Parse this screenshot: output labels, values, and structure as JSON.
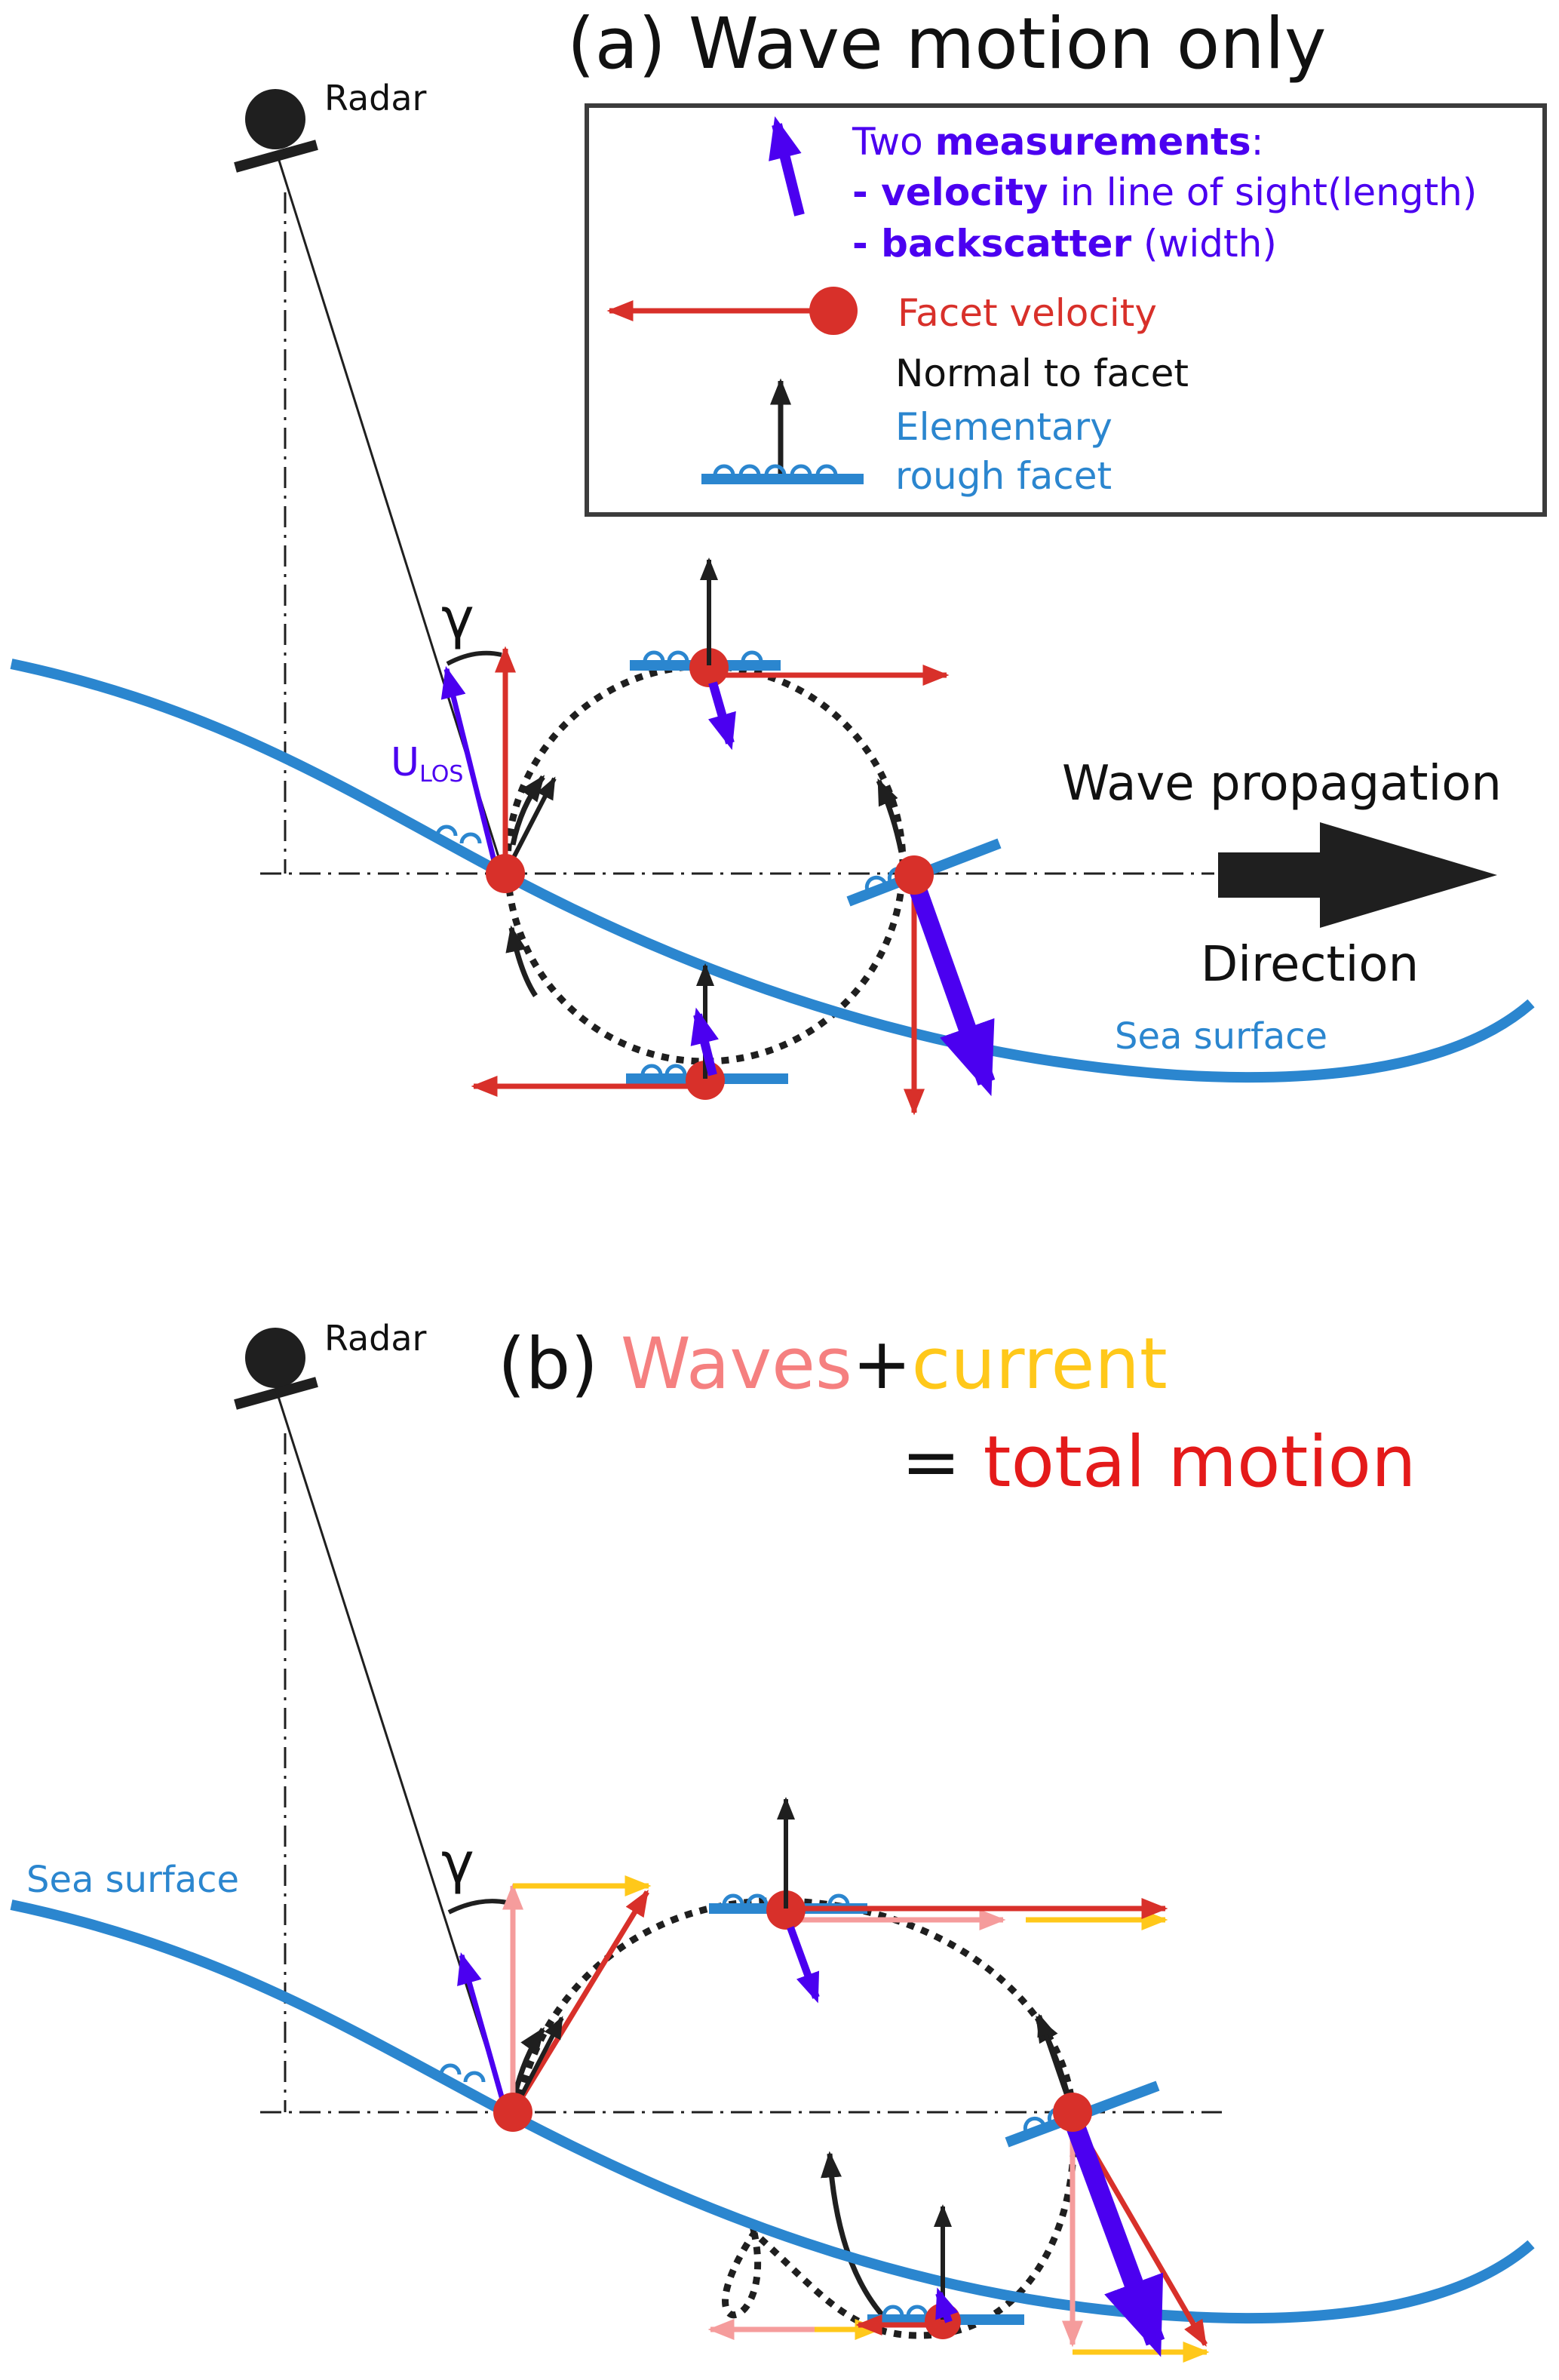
{
  "panel_a": {
    "title": "(a) Wave motion only",
    "radar_label": "Radar",
    "gamma": "γ",
    "ulos_main": "U",
    "ulos_sub": "LOS",
    "wave_propagation": "Wave propagation",
    "direction": "Direction",
    "sea_surface": "Sea surface",
    "legend": {
      "line1_pre": "Two ",
      "line1_bold": "measurements",
      "line1_post": ":",
      "line2_dash": "- ",
      "line2_bold": "velocity",
      "line2_post": " in line of sight(length)",
      "line3_dash": "- ",
      "line3_bold": "backscatter",
      "line3_post": " (width)",
      "facet_velocity": "Facet velocity",
      "normal_to_facet": "Normal to facet",
      "elementary": "Elementary",
      "rough_facet": "rough facet"
    }
  },
  "panel_b": {
    "title_prefix": "(b) ",
    "title_waves": "Waves",
    "title_plus": "+",
    "title_current": "current",
    "title_eq": "= ",
    "title_total": "total motion",
    "radar_label": "Radar",
    "gamma": "γ",
    "sea_surface": "Sea surface"
  },
  "colors": {
    "sea": "#2b86cf",
    "facet_velocity": "#d8302a",
    "measurement": "#4b00f0",
    "waves": "#f59c9c",
    "current": "#ffc81a",
    "total": "#e41a1a",
    "normal": "#1f1f1f"
  }
}
